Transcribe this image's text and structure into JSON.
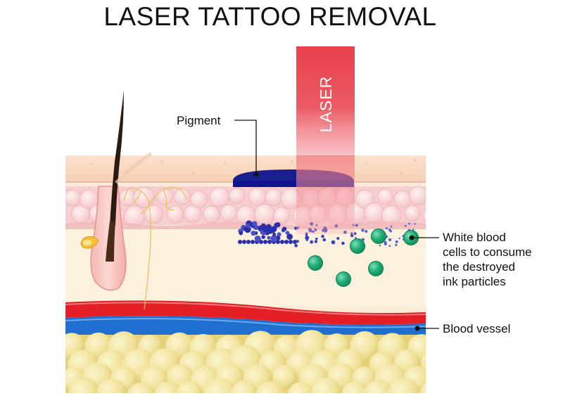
{
  "title": "LASER TATTOO REMOVAL",
  "laser_label": "LASER",
  "labels": {
    "pigment": "Pigment",
    "white_blood_cells": [
      "White blood",
      "cells to consume",
      "the destroyed",
      "ink particles"
    ],
    "blood_vessel": "Blood vessel"
  },
  "colors": {
    "laser": "#e8404c",
    "pigment": "#1a1f8f",
    "white_blood_cell": "#22b07a",
    "artery": "#e31e24",
    "vein": "#1f6fd1",
    "fat": "#f2e59a",
    "epidermis": "#f7d6bd",
    "dermis": "#f8e7d0"
  },
  "icons": {
    "hair": "hair-follicle-icon",
    "pigment": "pigment-ink-icon",
    "cell": "white-blood-cell-icon"
  }
}
